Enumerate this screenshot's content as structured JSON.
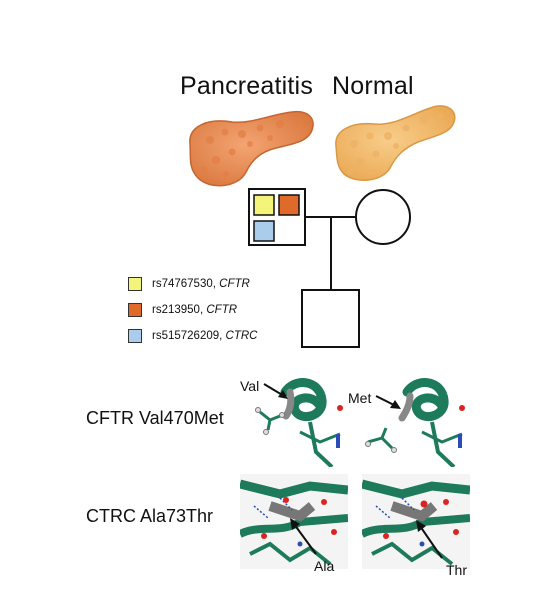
{
  "headings": {
    "left": "Pancreatitis",
    "right": "Normal"
  },
  "legend": [
    {
      "id": "rs74767530",
      "gene": "CFTR",
      "color": "#f4f47a"
    },
    {
      "id": "rs213950",
      "gene": "CFTR",
      "color": "#e06a2a"
    },
    {
      "id": "rs515726209",
      "gene": "CTRC",
      "color": "#a9cdea"
    }
  ],
  "mutations": [
    {
      "label": "CFTR Val470Met",
      "wildtype": "Val",
      "mutant": "Met"
    },
    {
      "label": "CTRC Ala73Thr",
      "wildtype": "Ala",
      "mutant": "Thr"
    }
  ],
  "colors": {
    "pancreatitis": "#e98b53",
    "normal": "#f2b764",
    "protein": "#1d7a5b"
  }
}
